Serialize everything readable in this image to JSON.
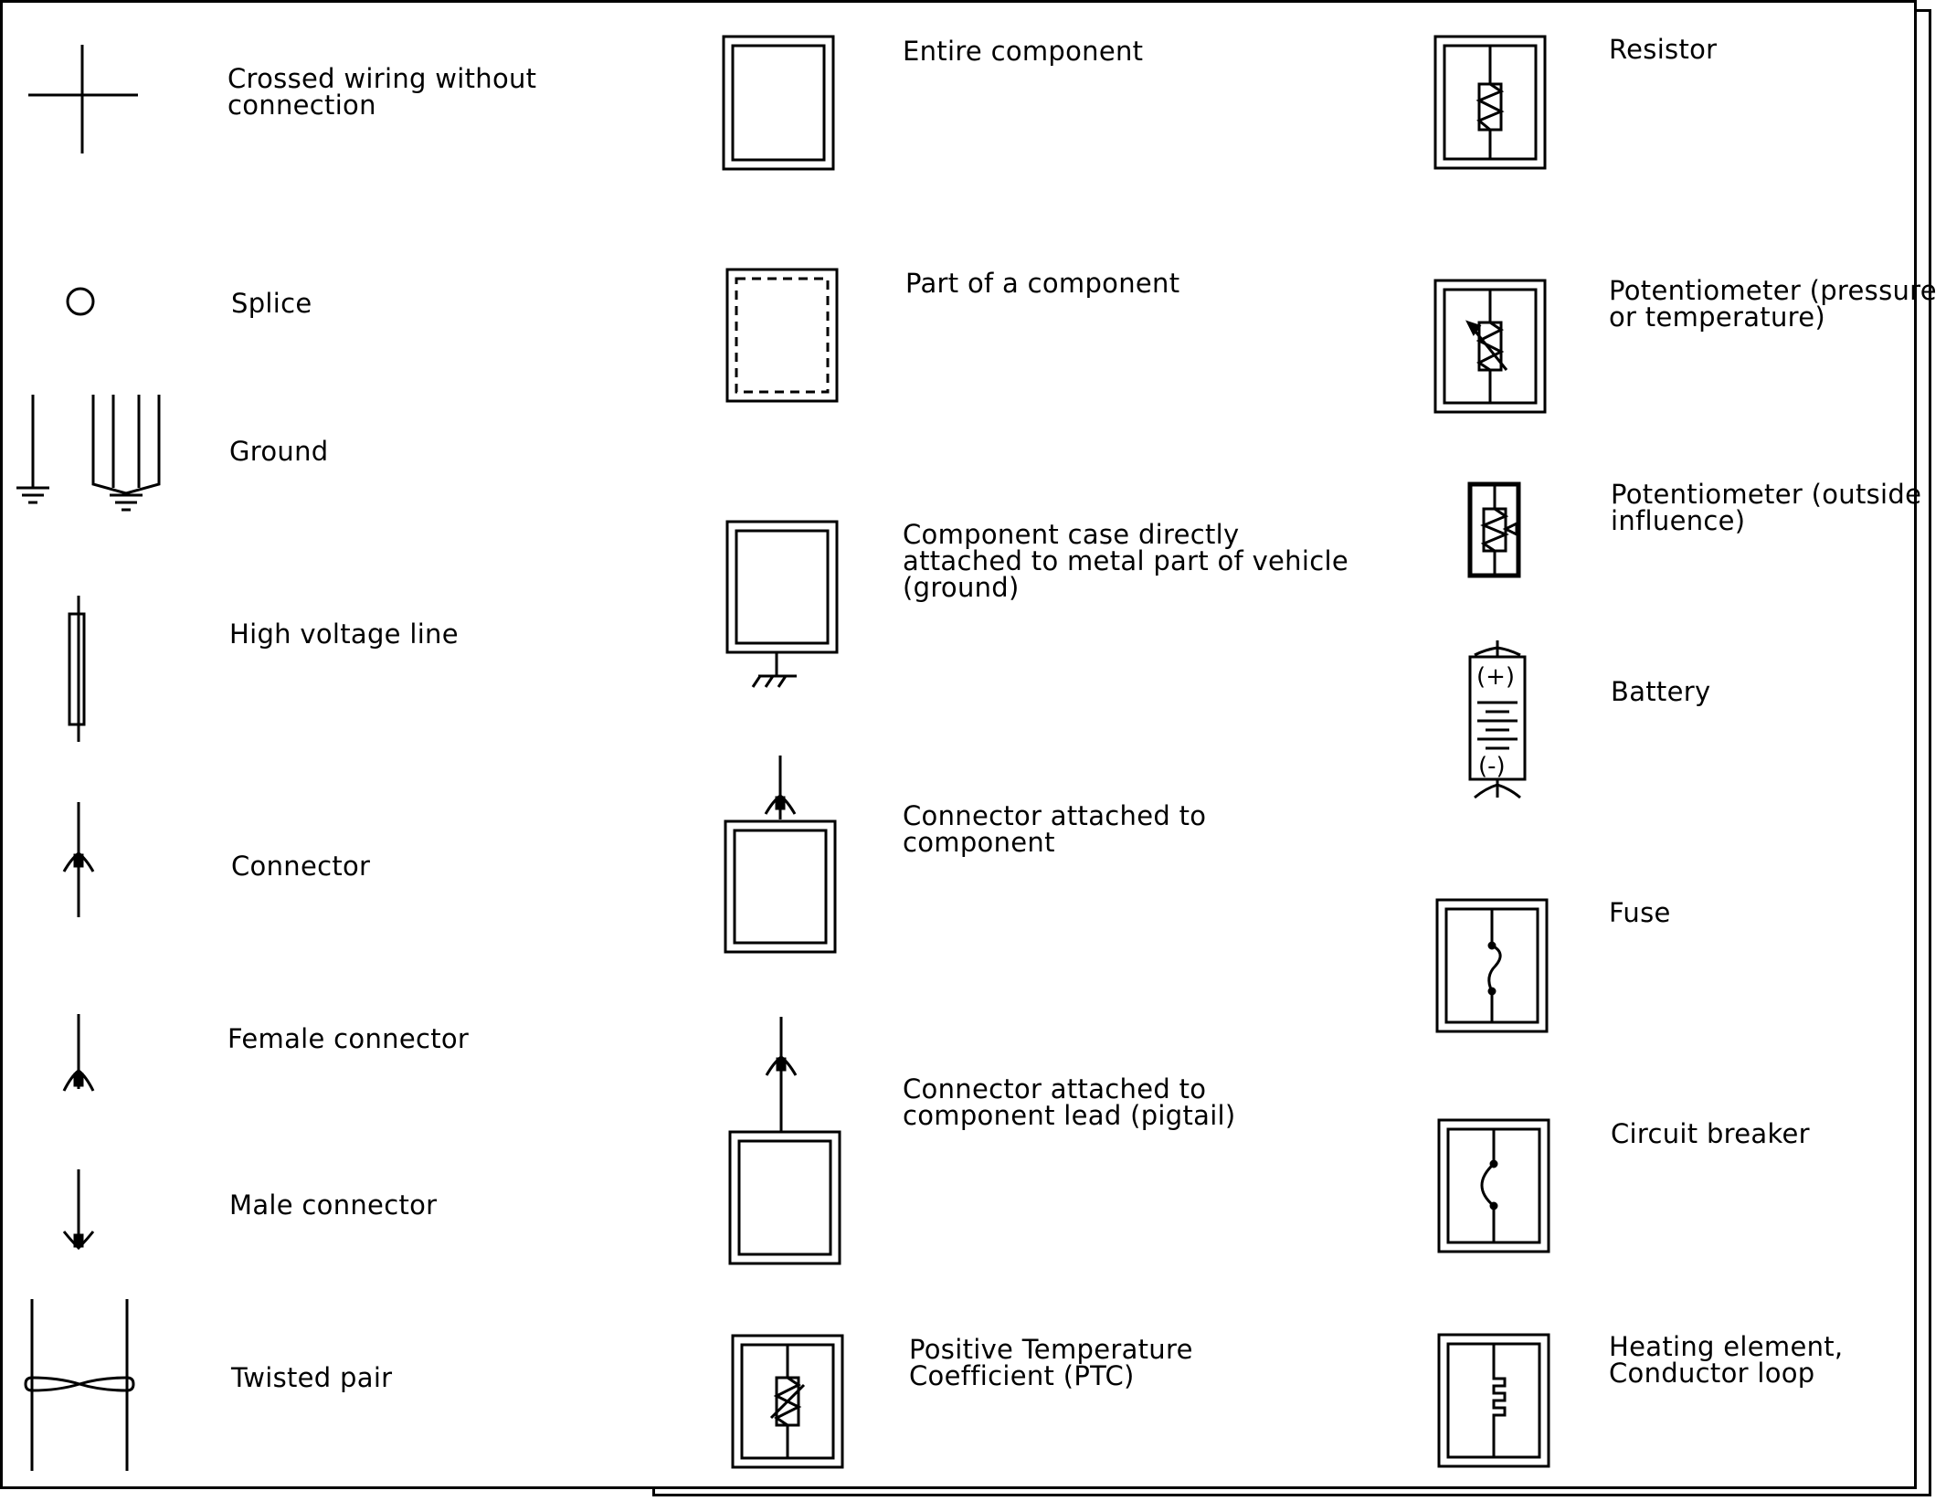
{
  "legend": {
    "col1": {
      "crossed_wiring": "Crossed wiring without\nconnection",
      "splice": "Splice",
      "ground": "Ground",
      "high_voltage_line": "High voltage line",
      "connector": "Connector",
      "female_connector": "Female connector",
      "male_connector": "Male connector",
      "twisted_pair": "Twisted pair"
    },
    "col2": {
      "entire_component": "Entire component",
      "part_of_component": "Part of a component",
      "component_case_ground": "Component case directly\nattached to metal part of vehicle\n(ground)",
      "connector_attached_component": "Connector attached to\ncomponent",
      "connector_attached_pigtail": "Connector attached to\ncomponent lead (pigtail)",
      "ptc": "Positive Temperature\nCoefficient (PTC)"
    },
    "col3": {
      "resistor": "Resistor",
      "potentiometer_pressure": "Potentiometer (pressure\nor temperature)",
      "potentiometer_outside": "Potentiometer (outside\ninfluence)",
      "battery": "Battery",
      "battery_plus": "(+)",
      "battery_minus": "(-)",
      "fuse": "Fuse",
      "circuit_breaker": "Circuit breaker",
      "heating_element": "Heating element,\nConductor loop"
    }
  }
}
